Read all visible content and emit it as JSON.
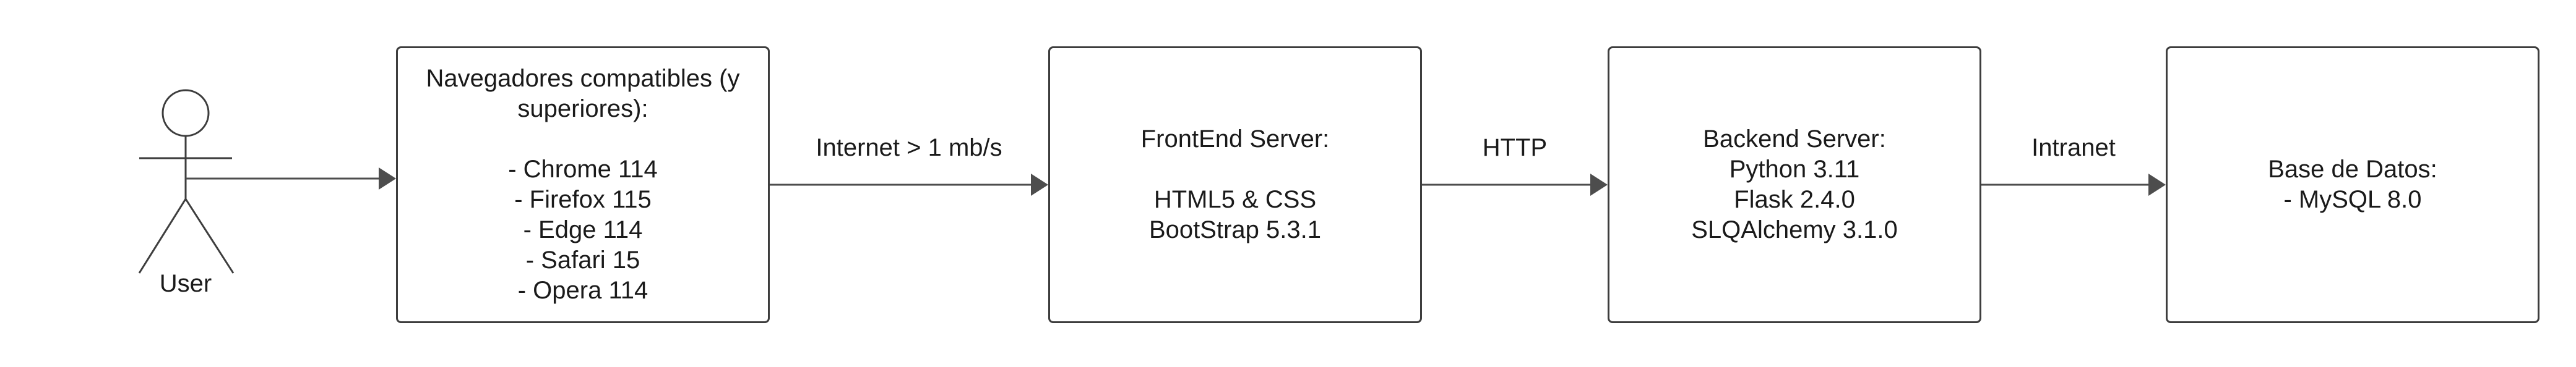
{
  "actor": {
    "label": "User"
  },
  "nodes": {
    "browsers": "Navegadores compatibles (y superiores):\n\n- Chrome 114\n- Firefox 115\n- Edge 114\n- Safari 15\n- Opera 114",
    "frontend": "FrontEnd Server:\n\nHTML5 & CSS\nBootStrap 5.3.1",
    "backend": "Backend Server:\nPython 3.11\nFlask 2.4.0\nSLQAlchemy 3.1.0",
    "database": "Base de Datos:\n- MySQL 8.0"
  },
  "edges": {
    "internet": "Internet > 1 mb/s",
    "http": "HTTP",
    "intranet": "Intranet"
  },
  "colors": {
    "stroke": "#3d3d3d",
    "background": "#ffffff",
    "text": "#1a1a1a"
  }
}
